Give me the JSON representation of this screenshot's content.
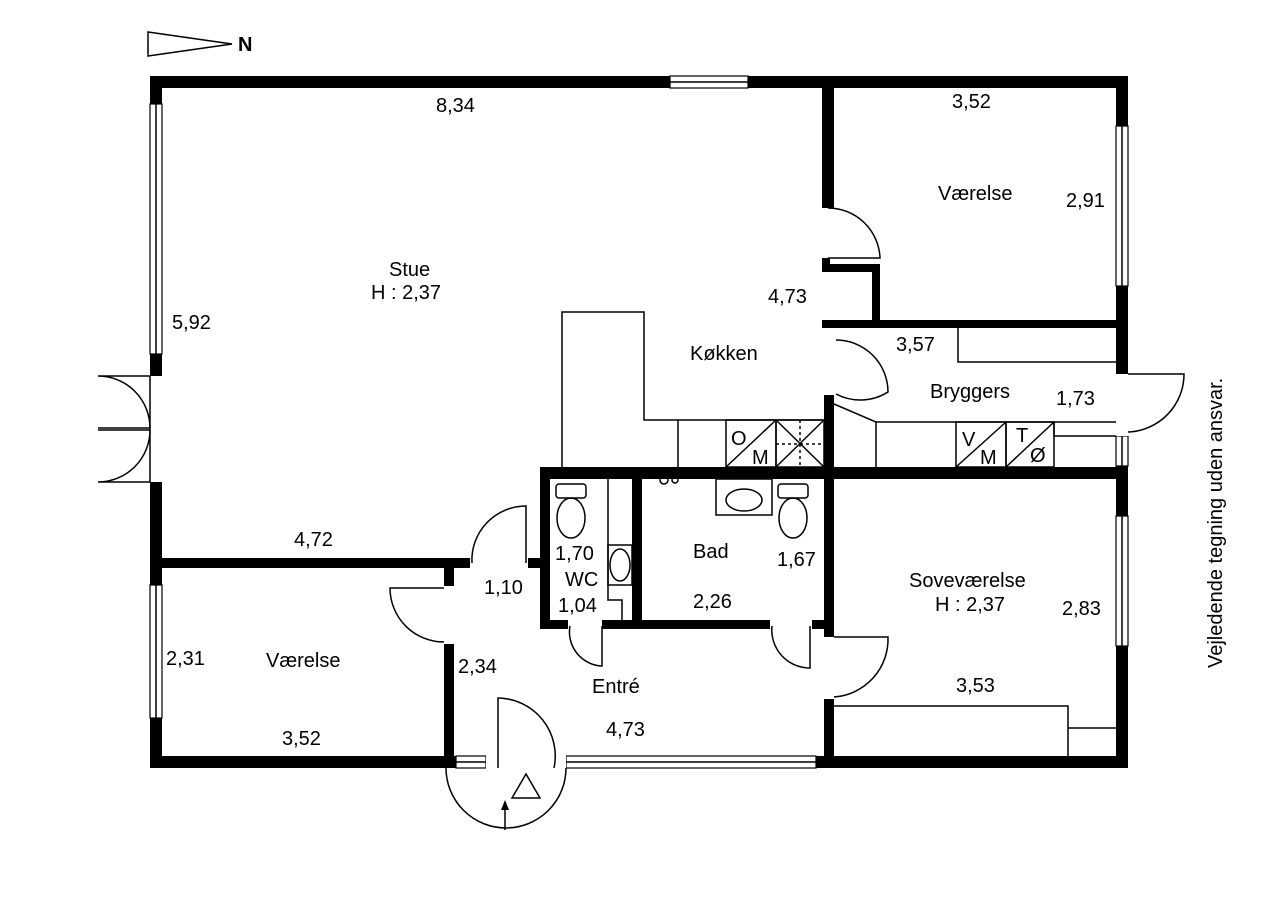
{
  "north_label": "N",
  "disclaimer": "Vejledende tegning uden ansvar.",
  "rooms": [
    {
      "id": "stue",
      "name": "Stue",
      "height": "H : 2,37"
    },
    {
      "id": "vaerelse-ne",
      "name": "Værelse"
    },
    {
      "id": "koekken",
      "name": "Køkken"
    },
    {
      "id": "bryggers",
      "name": "Bryggers"
    },
    {
      "id": "wc",
      "name": "WC"
    },
    {
      "id": "bad",
      "name": "Bad"
    },
    {
      "id": "sovevaerelse",
      "name": "Soveværelse",
      "height": "H : 2,37"
    },
    {
      "id": "vaerelse-sw",
      "name": "Værelse"
    },
    {
      "id": "entre",
      "name": "Entré"
    }
  ],
  "dimensions": {
    "stue_width": "8,34",
    "stue_depth": "5,92",
    "stue_bottom": "4,72",
    "koekken": "4,73",
    "vaerelse_ne_width": "3,52",
    "vaerelse_ne_depth": "2,91",
    "bryggers_width": "3,57",
    "bryggers_depth": "1,73",
    "wc_depth": "1,70",
    "wc_width": "1,04",
    "hall_small": "1,10",
    "bad_depth": "1,67",
    "bad_width": "2,26",
    "sove_depth": "2,83",
    "sove_width": "3,53",
    "vaerelse_sw_depth": "2,31",
    "vaerelse_sw_width": "3,52",
    "entre_depth": "2,34",
    "entre_width": "4,73"
  },
  "appliances": {
    "ov": "O",
    "micro": "M",
    "washer": "V",
    "washer_m": "M",
    "dryer": "T",
    "dryer_o": "Ø"
  }
}
